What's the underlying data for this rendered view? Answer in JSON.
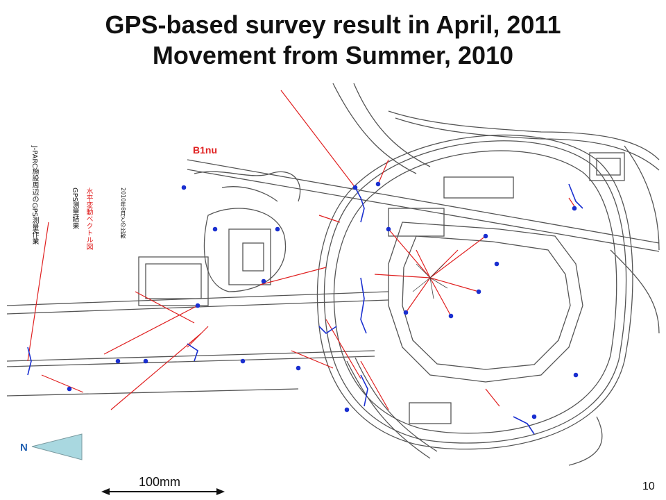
{
  "slide": {
    "title_line1": "GPS-based survey result in April, 2011",
    "title_line2": "Movement from Summer, 2010",
    "page_number": "10"
  },
  "map": {
    "point_label": "B1nu",
    "north_label": "N",
    "scale_label": "100mm",
    "vertical_text": [
      "J-PARC施設周辺のGPS測量作業",
      "GPS測量結果",
      "水平変動ベクトル図",
      "2010年8月との比較"
    ]
  },
  "colors": {
    "vectors": "#e02020",
    "points": "#1a2fd0",
    "lines": "#555555",
    "north_arrow": "#a9d8e0"
  }
}
